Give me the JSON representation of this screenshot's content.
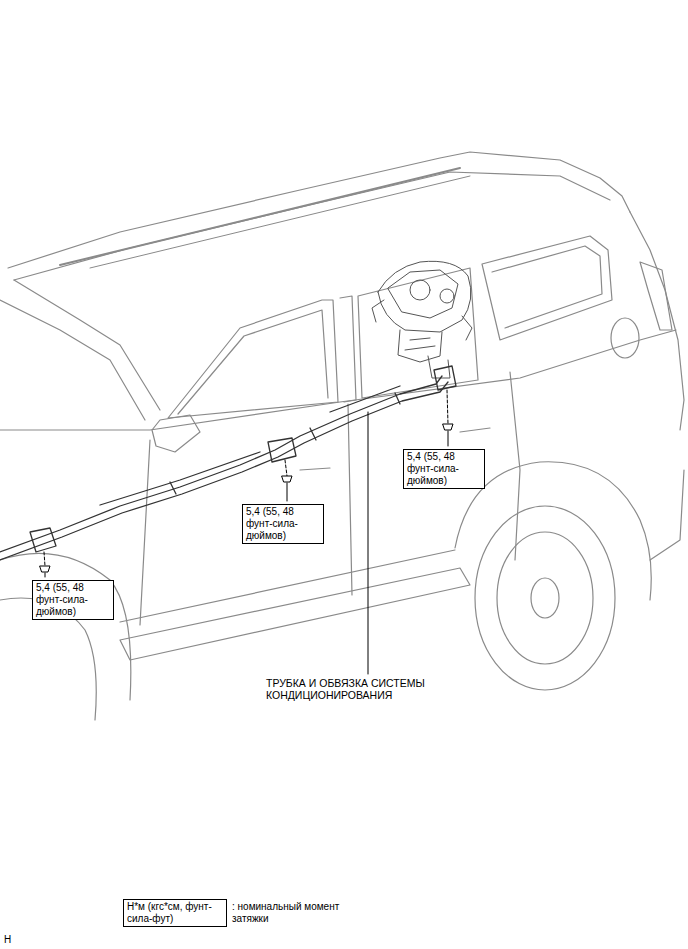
{
  "diagram": {
    "nodes": [
      {
        "text": [
          "5,4 (55, 48 фунт-сила-дюймов)"
        ]
      },
      {
        "text": [
          "5,4 (55, 48 фунт-сила-дюймов)"
        ]
      },
      {
        "text": [
          "5,4 (55, 48 фунт-сила-дюймов)"
        ]
      },
      {
        "text": [
          "Н*м (кгс*см, фунт-сила-фут)"
        ]
      }
    ],
    "labels": [
      "ТРУБКА И ОБВЯЗКА СИСТЕМЫ КОНДИЦИОНИРОВАНИЯ",
      "H"
    ],
    "legend": [
      {
        "text": ": номинальный момент затяжки"
      }
    ]
  }
}
